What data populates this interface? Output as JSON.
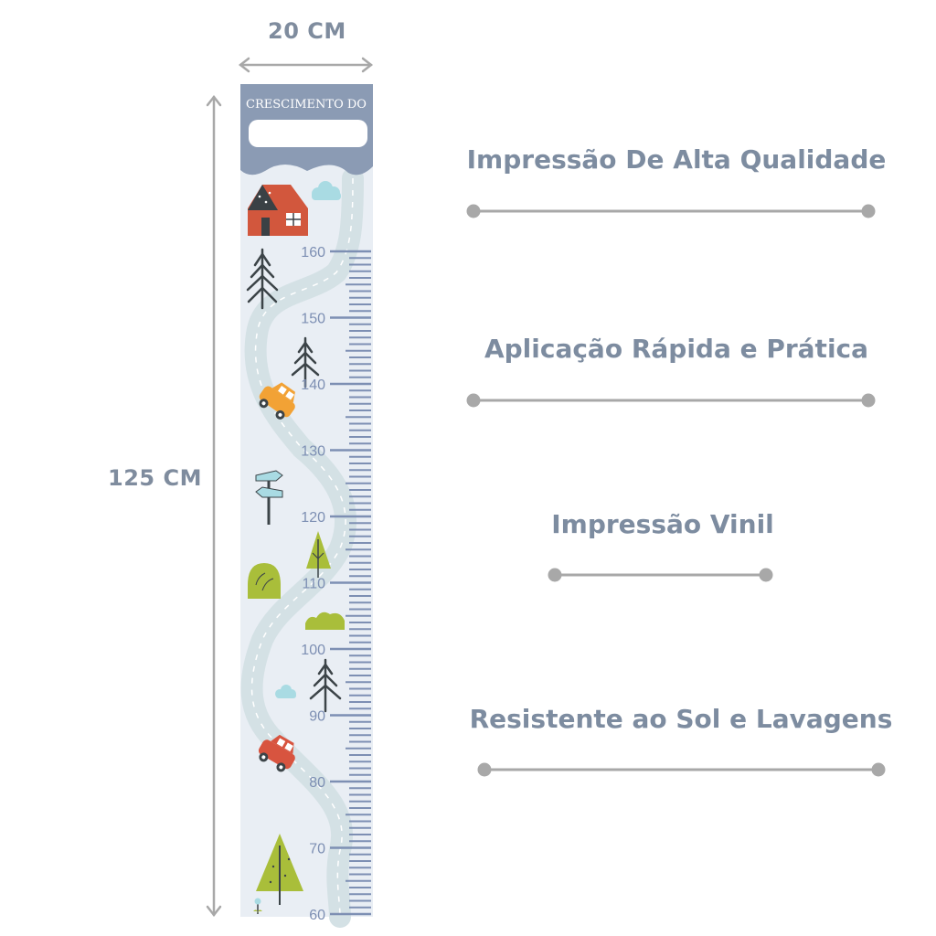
{
  "dimensions": {
    "width": "20 CM",
    "height": "125 CM"
  },
  "chart": {
    "header_text": "CRESCIMENTO DO",
    "name_field_value": "",
    "scale_labels": [
      "160",
      "150",
      "140",
      "130",
      "120",
      "110",
      "100",
      "90",
      "80",
      "70",
      "60"
    ]
  },
  "features": [
    {
      "title": "Impressão De Alta Qualidade"
    },
    {
      "title": "Aplicação Rápida e Prática"
    },
    {
      "title": "Impressão  Vinil"
    },
    {
      "title": "Resistente ao Sol e Lavagens"
    }
  ],
  "colors": {
    "panel_bg": "#e9eef4",
    "header": "#8b9bb4",
    "scale": "#7d8fb3",
    "road": "#d4e1e5",
    "text_gray": "#7f8c9e",
    "line_gray": "#a8a8a8",
    "house": "#d2573d",
    "car_orange": "#f2a235",
    "car_red": "#d8543f",
    "green": "#a9be3a",
    "dark_tree": "#3c4448",
    "cloud": "#a9dbe3"
  },
  "icons": [
    "house-icon",
    "tree-icon",
    "car-icon",
    "signpost-icon",
    "bush-icon",
    "cloud-icon",
    "flower-icon"
  ]
}
